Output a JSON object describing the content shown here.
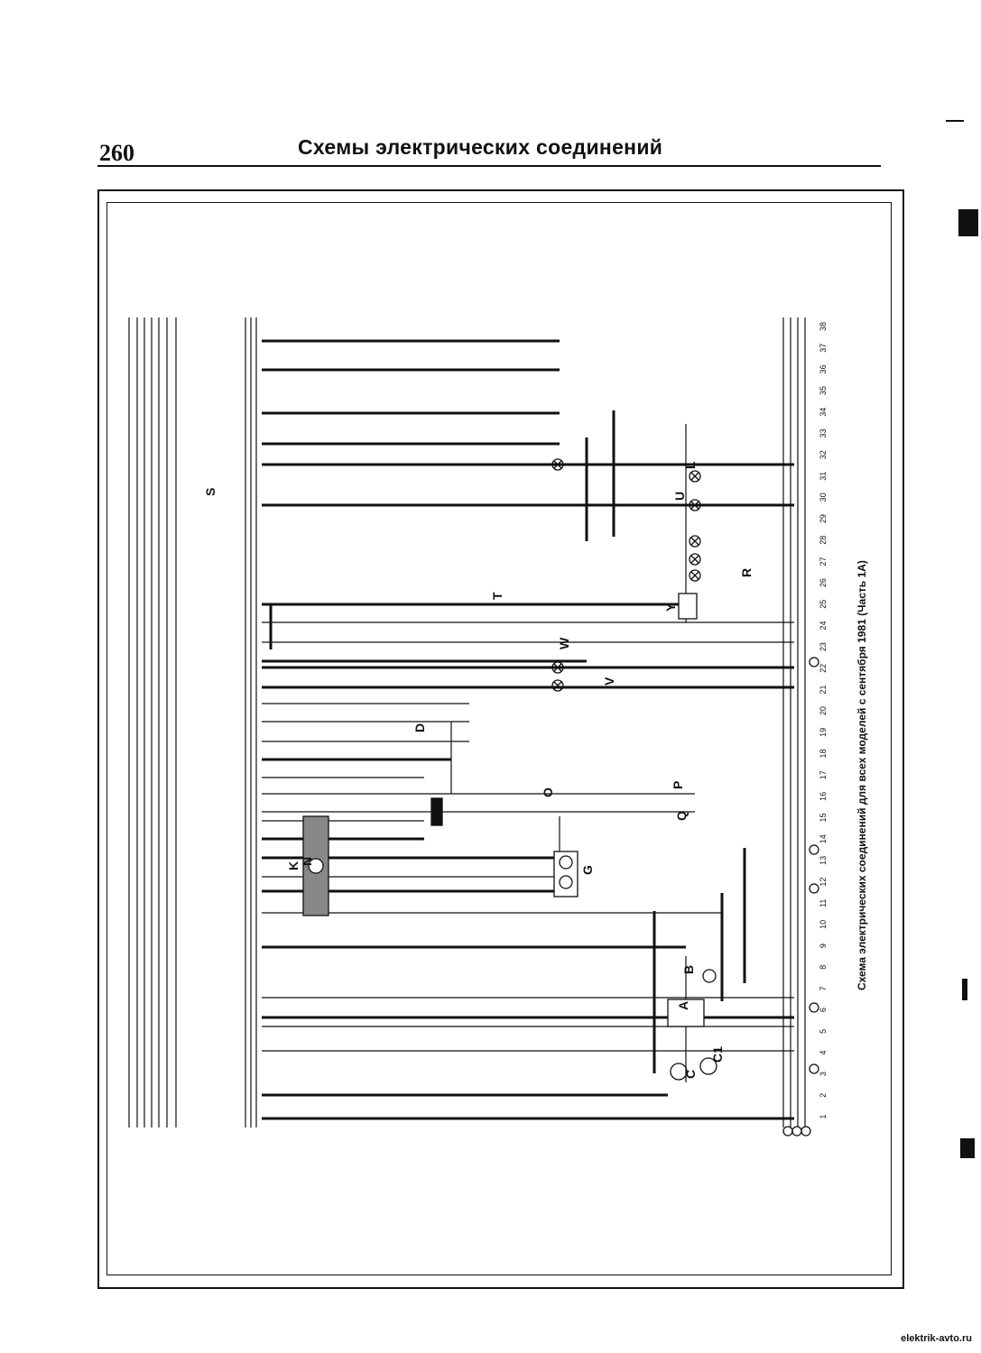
{
  "header": {
    "page_number": "260",
    "title": "Схемы электрических соединений"
  },
  "diagram": {
    "caption": "Схема электрических соединений для всех моделей с сентября 1981 (Часть 1А)",
    "components": [
      "A",
      "B",
      "C",
      "C1",
      "D",
      "G",
      "K",
      "N",
      "O",
      "P",
      "Q",
      "R",
      "S",
      "T",
      "U",
      "W",
      "V",
      "Y",
      "L"
    ],
    "column_numbers": [
      "1",
      "2",
      "3",
      "4",
      "5",
      "6",
      "7",
      "8",
      "9",
      "10",
      "11",
      "12",
      "13",
      "14",
      "15",
      "16",
      "17",
      "18",
      "19",
      "20",
      "21",
      "22",
      "23",
      "24",
      "25",
      "26",
      "27",
      "28",
      "29",
      "30",
      "31",
      "32",
      "33",
      "34",
      "35",
      "36",
      "37",
      "38"
    ]
  },
  "footer": {
    "source": "elektrik-avto.ru"
  },
  "colors": {
    "ink": "#111111",
    "paper": "#ffffff",
    "chip_gray": "#888888"
  }
}
